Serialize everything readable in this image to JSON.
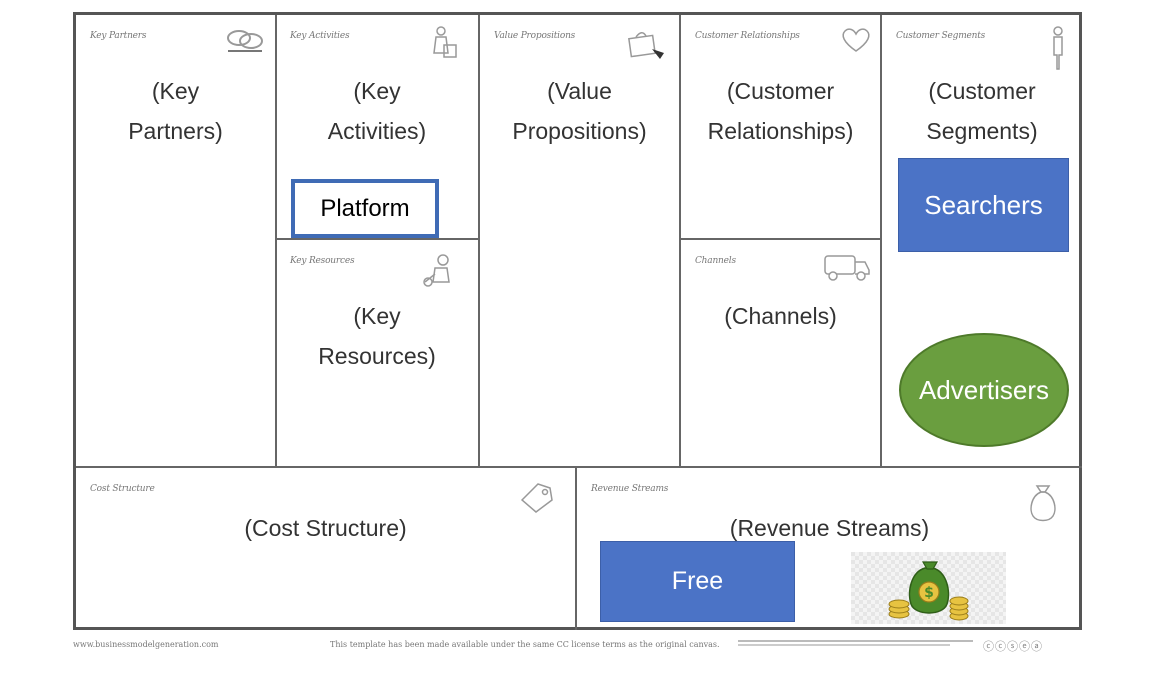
{
  "blocks": {
    "key_partners": {
      "label": "Key Partners",
      "title": "(Key\nPartners)"
    },
    "key_activities": {
      "label": "Key Activities",
      "title": "(Key\nActivities)"
    },
    "key_resources": {
      "label": "Key Resources",
      "title": "(Key\nResources)"
    },
    "value_propositions": {
      "label": "Value Propositions",
      "title": "(Value\nPropositions)"
    },
    "customer_relationships": {
      "label": "Customer Relationships",
      "title": "(Customer\nRelationships)"
    },
    "channels": {
      "label": "Channels",
      "title": "(Channels)"
    },
    "customer_segments": {
      "label": "Customer Segments",
      "title": "(Customer\nSegments)"
    },
    "cost_structure": {
      "label": "Cost Structure",
      "title": "(Cost Structure)"
    },
    "revenue_streams": {
      "label": "Revenue Streams",
      "title": "(Revenue Streams)"
    }
  },
  "overlays": {
    "platform": "Platform",
    "searchers": "Searchers",
    "advertisers": "Advertisers",
    "free": "Free"
  },
  "footer": {
    "site": "www.businessmodelgeneration.com",
    "license": "This template has been made available under the same CC license terms as the original canvas.",
    "cc_icons": "ⓒⓒⓢⓔⓐ"
  },
  "colors": {
    "blue": "#4b73c6",
    "blue_border": "#3f6bb5",
    "green": "#6a9e3f"
  },
  "icons": {
    "key_partners": "chain-link-icon",
    "key_activities": "checklist-icon",
    "key_resources": "worker-icon",
    "value_propositions": "gift-icon",
    "customer_relationships": "heart-icon",
    "channels": "truck-icon",
    "customer_segments": "person-icon",
    "cost_structure": "price-tag-icon",
    "revenue_streams": "money-bag-icon"
  }
}
